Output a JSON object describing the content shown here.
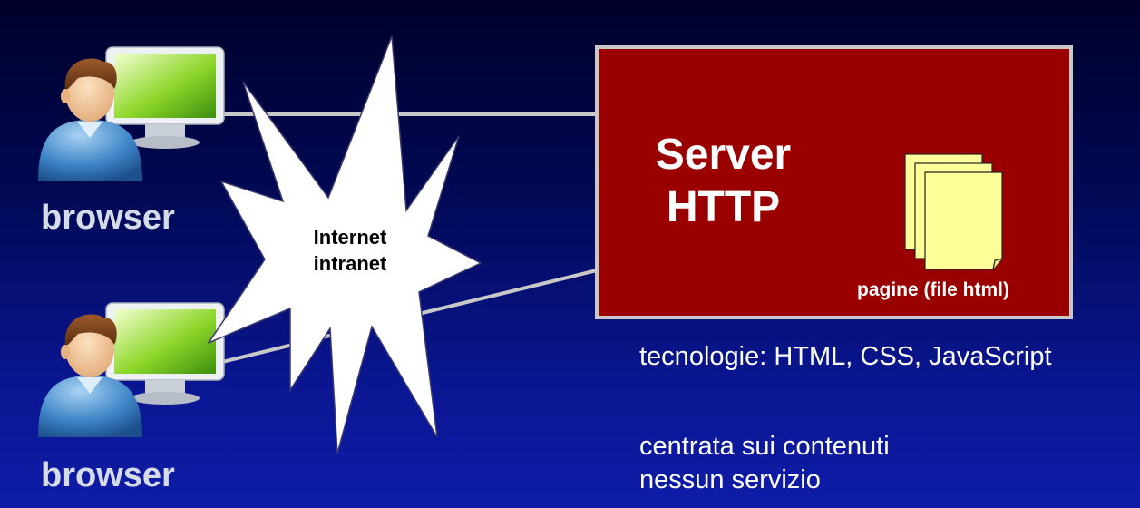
{
  "clients": [
    {
      "label": "browser",
      "icon": "user-computer-icon"
    },
    {
      "label": "browser",
      "icon": "user-computer-icon"
    }
  ],
  "network": {
    "icon": "explosion-burst-icon",
    "line1": "Internet",
    "line2": "intranet"
  },
  "server": {
    "line1": "Server",
    "line2": "HTTP",
    "pages_label": "pagine (file html)",
    "pages_icon": "stacked-documents-icon"
  },
  "notes": {
    "technologies": "tecnologie: HTML, CSS, JavaScript",
    "focus": "centrata sui contenuti",
    "services": "nessun servizio"
  },
  "colors": {
    "background_top": "#00002a",
    "background_bottom": "#0f1ca8",
    "server_fill": "#9a0000",
    "server_border": "#c8c8c8",
    "document_fill": "#ffff99",
    "connection_line": "#c8c8c8",
    "text_light": "#ffffff"
  }
}
